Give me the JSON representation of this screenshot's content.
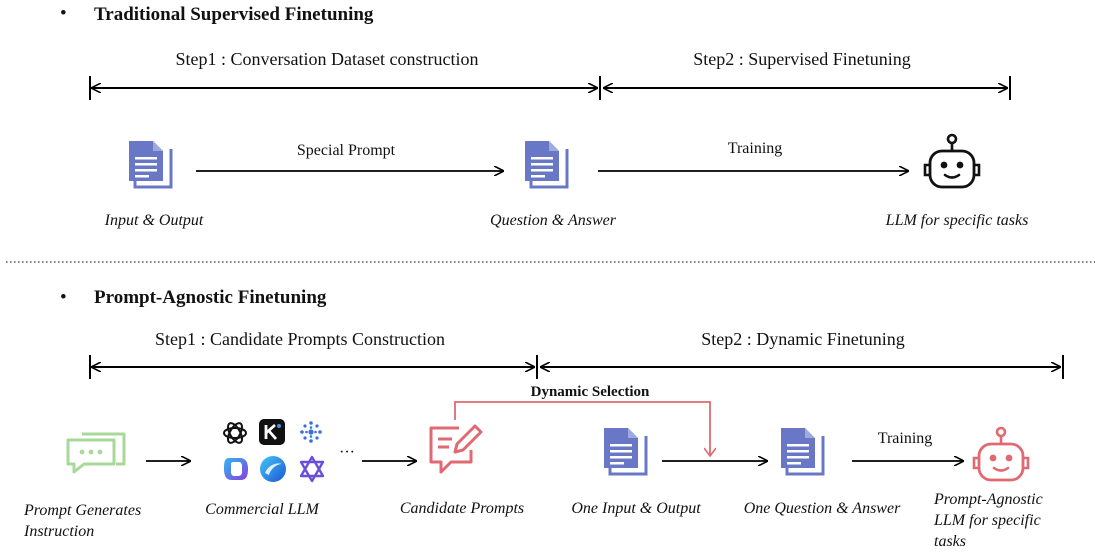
{
  "top": {
    "bullet": "•",
    "title": "Traditional Supervised Finetuning",
    "step1": "Step1 : Conversation Dataset construction",
    "step2": "Step2 : Supervised Finetuning",
    "arrow1_label": "Special Prompt",
    "arrow2_label": "Training",
    "node1": "Input & Output",
    "node2": "Question & Answer",
    "node3": "LLM for specific tasks"
  },
  "bottom": {
    "bullet": "•",
    "title": "Prompt-Agnostic Finetuning",
    "step1": "Step1 : Candidate Prompts Construction",
    "step2": "Step2 :  Dynamic Finetuning",
    "dynamic_selection": "Dynamic Selection",
    "ellipsis": "···",
    "training": "Training",
    "node1_line1": "Prompt Generates",
    "node1_line2": "Instruction",
    "node2": "Commercial LLM",
    "node3": "Candidate Prompts",
    "node4": "One Input & Output",
    "node5": "One Question & Answer",
    "node6_line1": "Prompt-Agnostic",
    "node6_line2": "LLM for specific",
    "node6_line3": "tasks",
    "llm_logos": [
      "openai-logo-icon",
      "kimi-logo-icon",
      "sparkle-logo-icon",
      "copilot-logo-icon",
      "globe-logo-icon",
      "star-logo-icon"
    ]
  },
  "colors": {
    "doc_blue": "#6878c6",
    "chat_green": "#a8d89a",
    "accent_red": "#e06a72",
    "line": "#000000"
  }
}
